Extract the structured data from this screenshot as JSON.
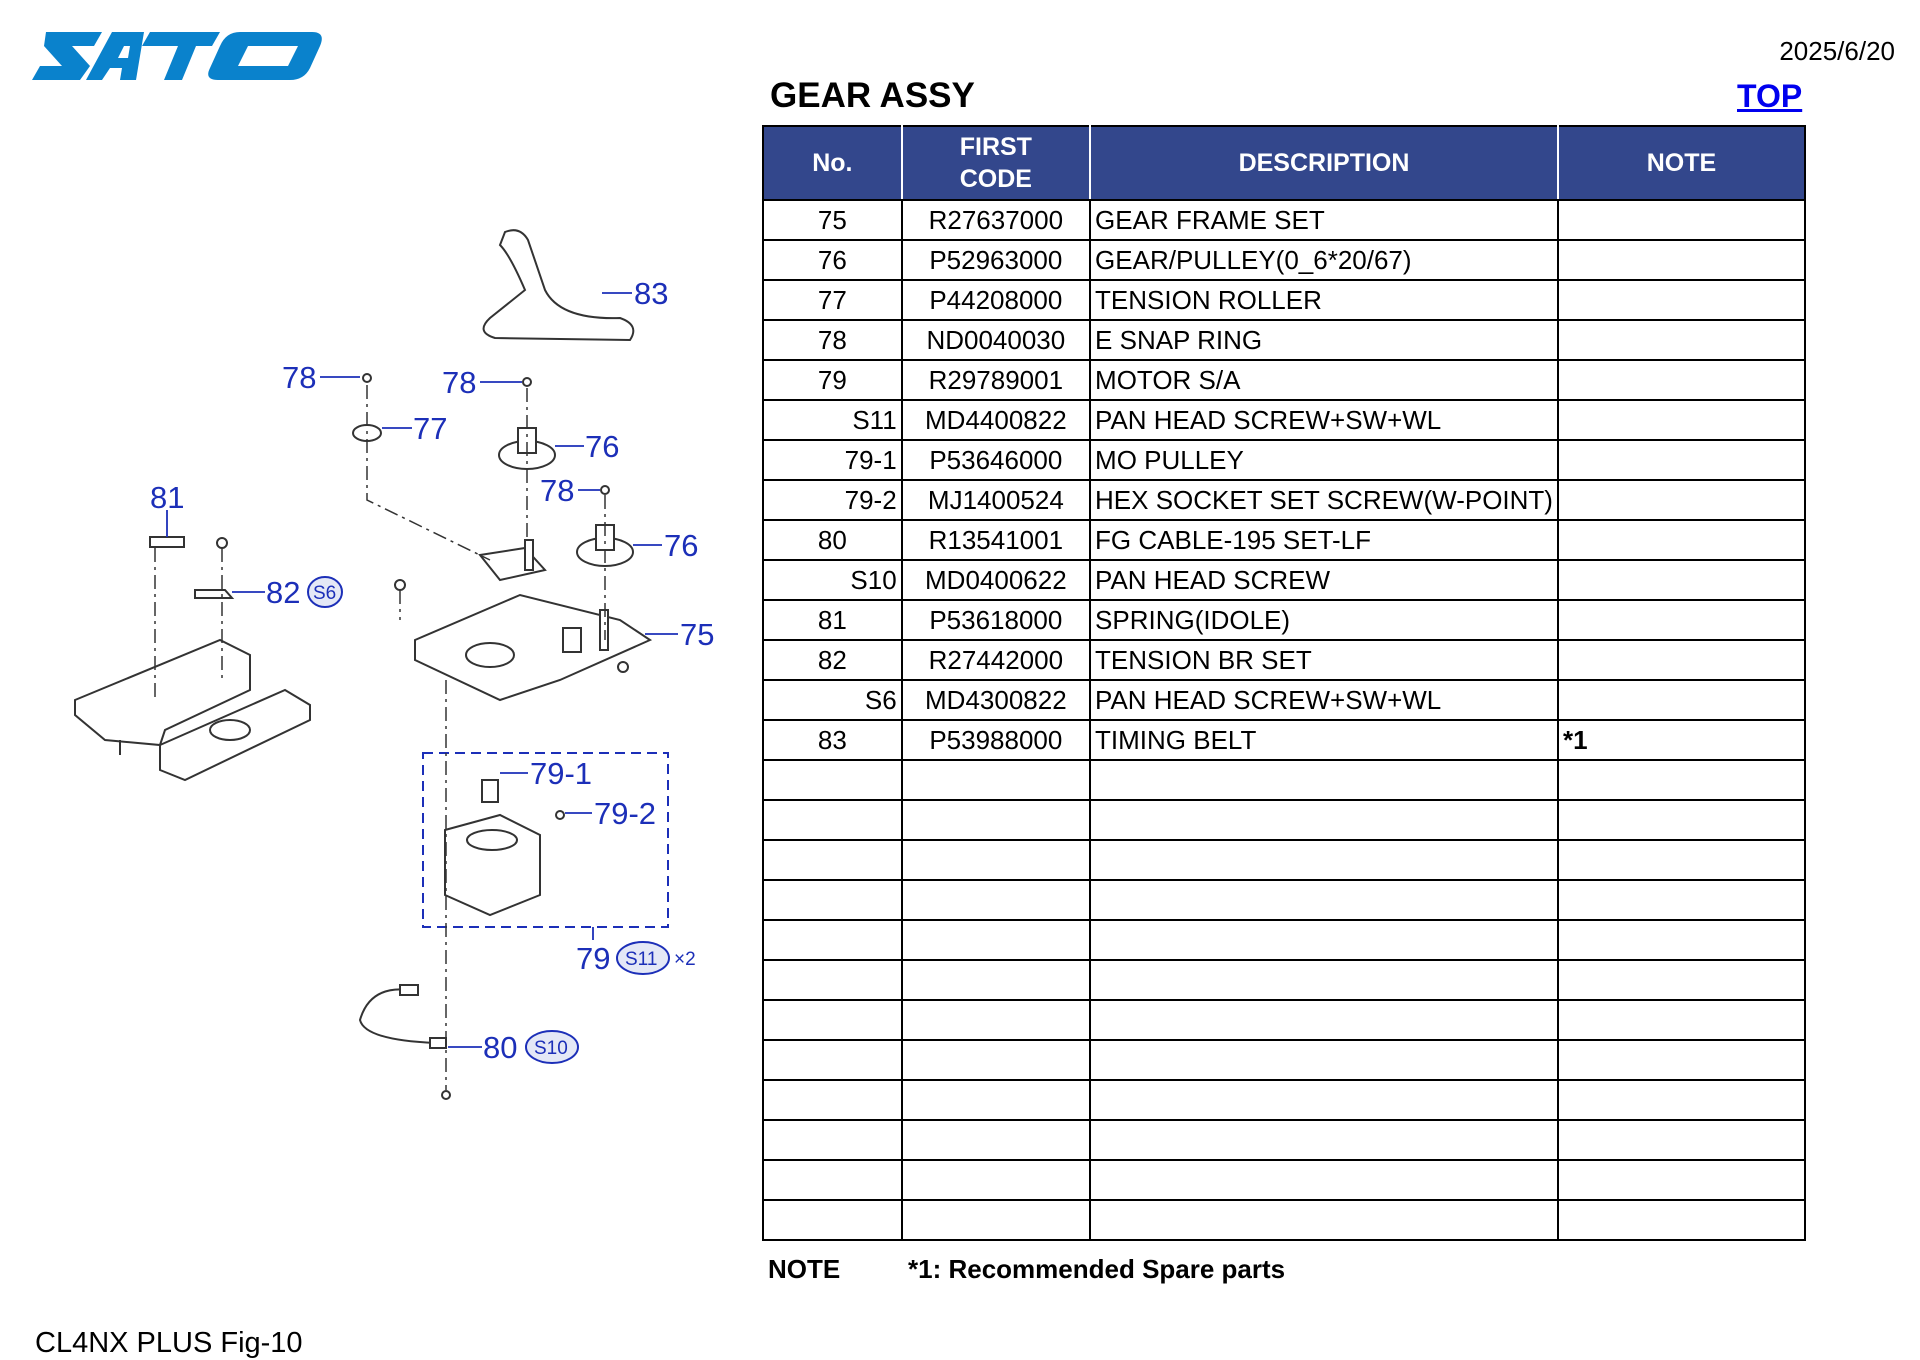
{
  "logo": {
    "text": "SATO",
    "color": "#0a82cc"
  },
  "date": "2025/6/20",
  "title": "GEAR ASSY",
  "top_link": "TOP",
  "table": {
    "header_color": "#33478c",
    "columns": [
      "No.",
      "FIRST CODE",
      "DESCRIPTION",
      "NOTE"
    ],
    "code_header_lines": [
      "FIRST",
      "CODE"
    ],
    "rows": [
      {
        "no": "75",
        "code": "R27637000",
        "desc": "GEAR FRAME SET",
        "note": ""
      },
      {
        "no": "76",
        "code": "P52963000",
        "desc": "GEAR/PULLEY(0_6*20/67)",
        "note": ""
      },
      {
        "no": "77",
        "code": "P44208000",
        "desc": "TENSION ROLLER",
        "note": ""
      },
      {
        "no": "78",
        "code": "ND0040030",
        "desc": "E SNAP RING",
        "note": ""
      },
      {
        "no": "79",
        "code": "R29789001",
        "desc": "MOTOR S/A",
        "note": ""
      },
      {
        "no": "S11",
        "code": "MD4400822",
        "desc": "PAN HEAD SCREW+SW+WL",
        "note": "",
        "sub": true
      },
      {
        "no": "79-1",
        "code": "P53646000",
        "desc": "MO PULLEY",
        "note": "",
        "sub": true
      },
      {
        "no": "79-2",
        "code": "MJ1400524",
        "desc": "HEX SOCKET SET SCREW(W-POINT)",
        "note": "",
        "sub": true
      },
      {
        "no": "80",
        "code": "R13541001",
        "desc": "FG CABLE-195 SET-LF",
        "note": ""
      },
      {
        "no": "S10",
        "code": "MD0400622",
        "desc": "PAN HEAD SCREW",
        "note": "",
        "sub": true
      },
      {
        "no": "81",
        "code": "P53618000",
        "desc": "SPRING(IDOLE)",
        "note": ""
      },
      {
        "no": "82",
        "code": "R27442000",
        "desc": "TENSION BR SET",
        "note": ""
      },
      {
        "no": "S6",
        "code": "MD4300822",
        "desc": "PAN HEAD SCREW+SW+WL",
        "note": "",
        "sub": true
      },
      {
        "no": "83",
        "code": "P53988000",
        "desc": "TIMING BELT",
        "note": "*1"
      }
    ]
  },
  "note": {
    "label": "NOTE",
    "text": "*1: Recommended Spare parts"
  },
  "footer": "CL4NX PLUS  Fig-10",
  "diagram": {
    "label_color": "#1c2fb8",
    "labels": {
      "l83": "83",
      "l78a": "78",
      "l78b": "78",
      "l77": "77",
      "l76a": "76",
      "l78c": "78",
      "l76b": "76",
      "l81": "81",
      "l82": "82",
      "s6": "S6",
      "l75": "75",
      "l79_1": "79-1",
      "l79_2": "79-2",
      "l79": "79",
      "s11": "S11",
      "x2": "×2",
      "l80": "80",
      "s10": "S10"
    }
  }
}
